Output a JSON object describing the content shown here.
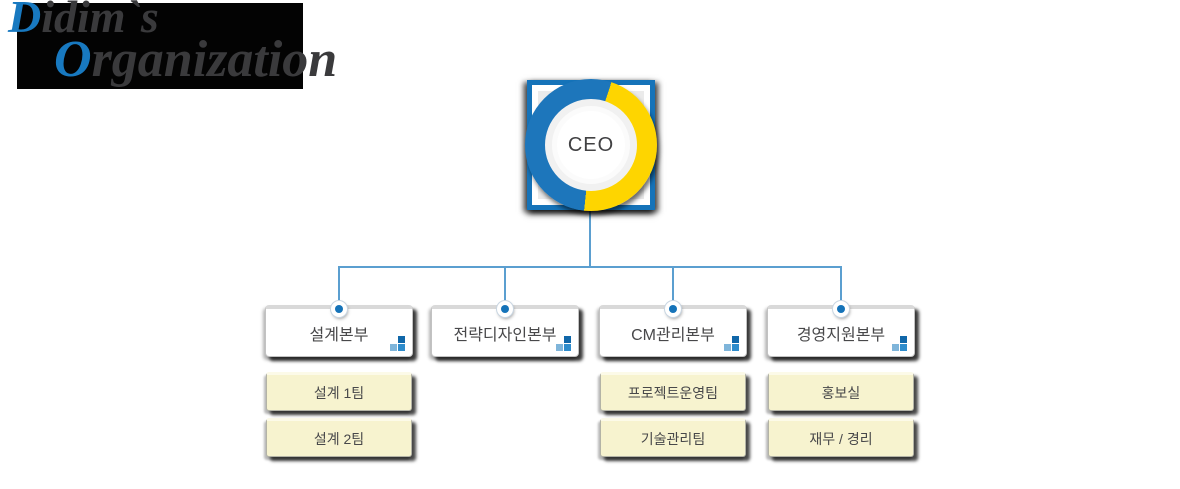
{
  "title": {
    "line1": {
      "accent": "D",
      "rest": "idim`s"
    },
    "line2": {
      "accent": "O",
      "rest": "rganization"
    }
  },
  "ceo": {
    "label": "CEO"
  },
  "departments": [
    {
      "name": "설계본부",
      "teams": [
        "설계 1팀",
        "설계 2팀"
      ]
    },
    {
      "name": "전략디자인본부",
      "teams": []
    },
    {
      "name": "CM관리본부",
      "teams": [
        "프로젝트운영팀",
        "기술관리팀"
      ]
    },
    {
      "name": "경영지원본부",
      "teams": [
        "홍보실",
        "재무 / 경리"
      ]
    }
  ],
  "colors": {
    "accent_blue": "#1573b9",
    "ring_blue": "#1d76bb",
    "ring_yellow": "#fed500",
    "line_blue": "#5b9fd0",
    "title_blue": "#1879c0",
    "title_gray": "#3a3a3c",
    "team_fill": "#f7f3cf",
    "text": "#48484a",
    "icon_dark": "#1067a9",
    "icon_mid": "#2e8ccc",
    "icon_light": "#7fb5da"
  }
}
